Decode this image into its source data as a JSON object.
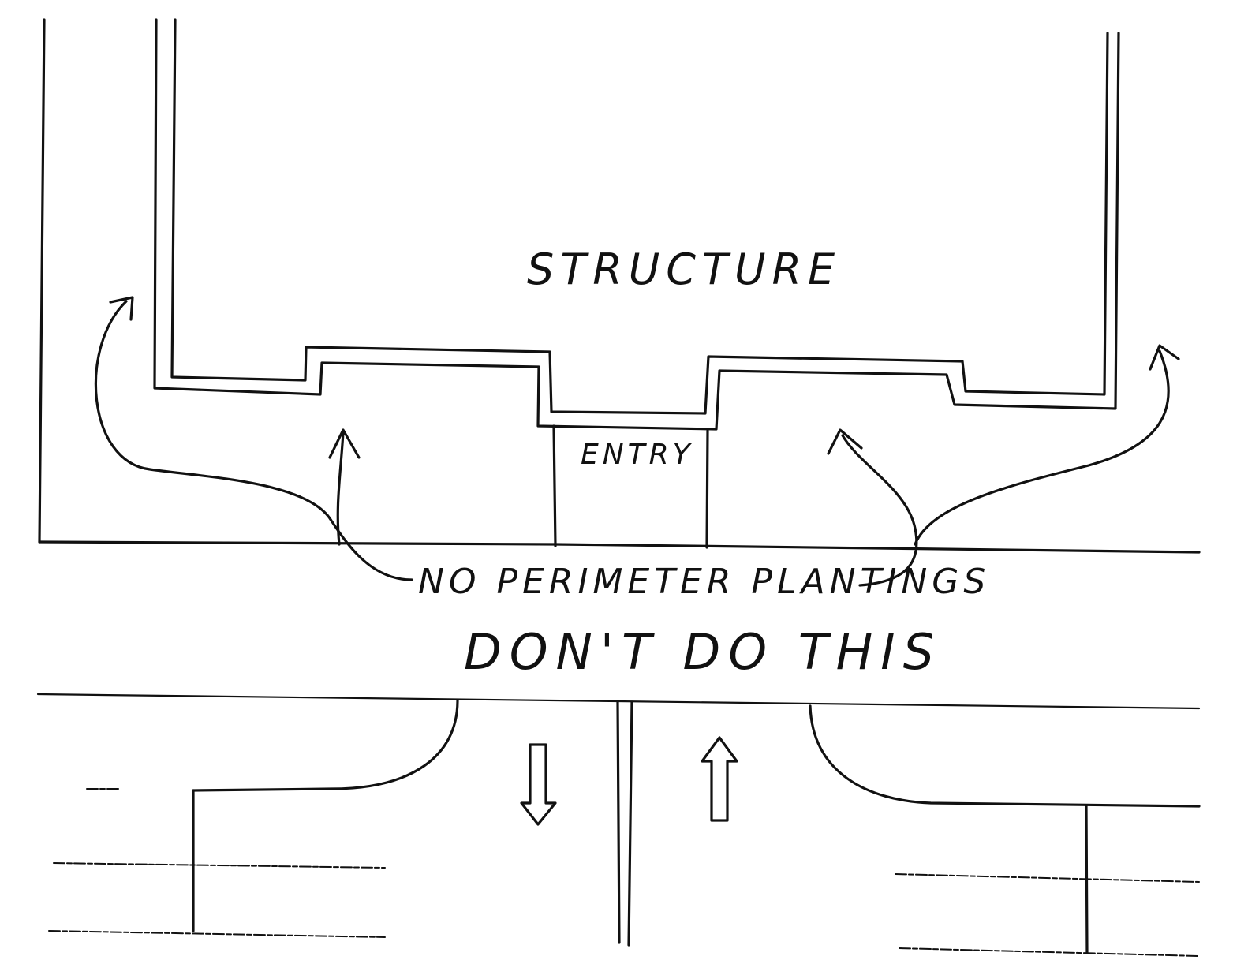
{
  "labels": {
    "structure": "STRUCTURE",
    "entry": "ENTRY",
    "no_perimeter_plantings": "NO PERIMETER PLANTINGS",
    "dont_do_this": "DON'T DO THIS"
  },
  "colors": {
    "ink": "#111111",
    "paper": "#ffffff"
  },
  "icons": {
    "down_arrow": "hollow-down-arrow-icon",
    "up_arrow": "hollow-up-arrow-icon"
  }
}
